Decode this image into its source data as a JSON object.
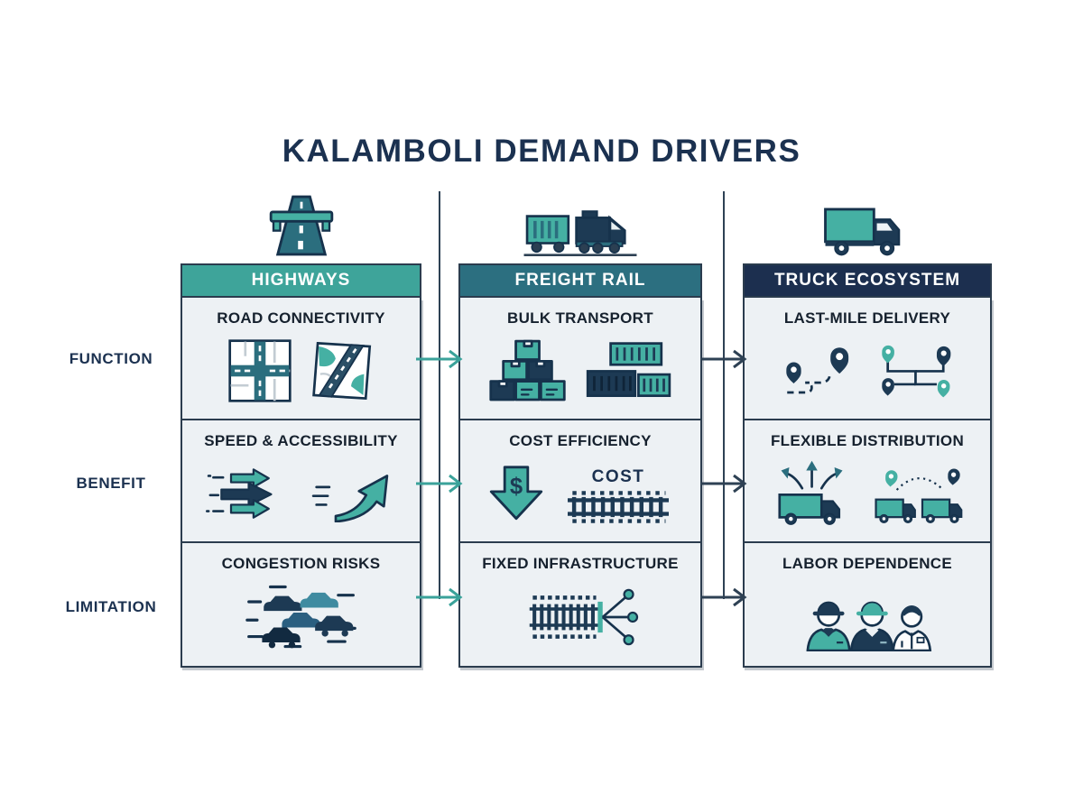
{
  "page": {
    "title": "KALAMBOLI DEMAND DRIVERS"
  },
  "colors": {
    "teal": "#45b0a3",
    "dark_teal": "#2b6e7e",
    "navy": "#1d3a54",
    "highways_header_bg": "#3ea49a",
    "freight_header_bg": "#2c6f80",
    "truck_header_bg": "#1c2f4f",
    "cell_bg": "#edf1f4",
    "border": "#2b3c4e",
    "arrow_teal": "#3aa29a",
    "arrow_navy": "#2e4154"
  },
  "row_labels": [
    {
      "label": "FUNCTION"
    },
    {
      "label": "BENEFIT"
    },
    {
      "label": "LIMITATION"
    }
  ],
  "columns": [
    {
      "header": "HIGHWAYS",
      "icon": "highway-icon",
      "cells": [
        {
          "title": "ROAD CONNECTIVITY",
          "icons": [
            "crossroad-map-icon",
            "folded-map-icon"
          ]
        },
        {
          "title": "SPEED & ACCESSIBILITY",
          "icons": [
            "speed-arrows-icon",
            "swoosh-arrow-icon"
          ]
        },
        {
          "title": "CONGESTION RISKS",
          "icons": [
            "traffic-jam-icon"
          ]
        }
      ]
    },
    {
      "header": "FREIGHT RAIL",
      "icon": "freight-train-icon",
      "cells": [
        {
          "title": "BULK TRANSPORT",
          "icons": [
            "stacked-boxes-icon",
            "containers-icon"
          ]
        },
        {
          "title": "COST EFFICIENCY",
          "cost_label": "COST",
          "icons": [
            "dollar-down-arrow-icon",
            "cost-rail-icon"
          ]
        },
        {
          "title": "FIXED INFRASTRUCTURE",
          "icons": [
            "rail-branch-icon"
          ]
        }
      ]
    },
    {
      "header": "TRUCK ECOSYSTEM",
      "icon": "delivery-truck-icon",
      "cells": [
        {
          "title": "LAST-MILE DELIVERY",
          "icons": [
            "pins-dashed-route-icon",
            "pins-solid-route-icon"
          ]
        },
        {
          "title": "FLEXIBLE DISTRIBUTION",
          "icons": [
            "truck-branch-arrows-icon",
            "trucks-pins-arc-icon"
          ]
        },
        {
          "title": "LABOR DEPENDENCE",
          "icons": [
            "workers-icon"
          ]
        }
      ]
    }
  ]
}
